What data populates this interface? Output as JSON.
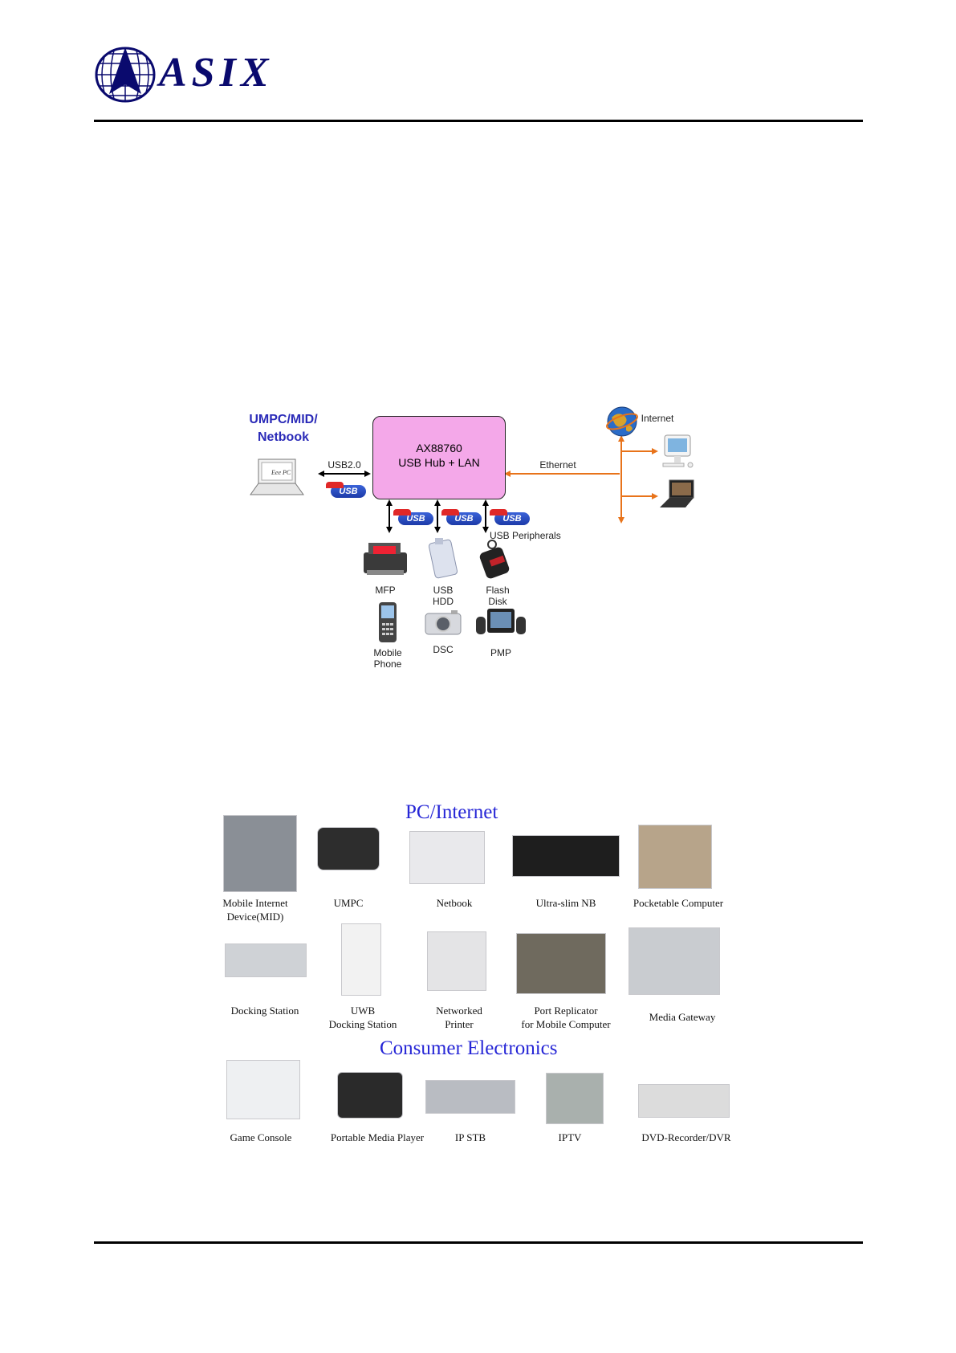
{
  "header": {
    "logo_text": "ASIX"
  },
  "diagram": {
    "host_label": "UMPC/MID/\nNetbook",
    "usb_link_label": "USB2.0",
    "chip_line1": "AX88760",
    "chip_line2": "USB Hub + LAN",
    "ethernet_label": "Ethernet",
    "internet_label": "Internet",
    "usb_badge_text": "USB",
    "peripherals_label": "USB Peripherals",
    "devices": [
      {
        "label": "MFP",
        "icon": "printer-icon"
      },
      {
        "label": "USB\nHDD",
        "icon": "hard-drive-icon"
      },
      {
        "label": "Flash\nDisk",
        "icon": "flash-disk-icon"
      },
      {
        "label": "Mobile\nPhone",
        "icon": "mobile-phone-icon"
      },
      {
        "label": "DSC",
        "icon": "camera-icon"
      },
      {
        "label": "PMP",
        "icon": "media-player-icon"
      }
    ],
    "colors": {
      "chip": "#f4a8e9",
      "ethernet": "#e8731a",
      "heading": "#2b2bb8"
    }
  },
  "applications": {
    "pc_title": "PC/Internet",
    "ce_title": "Consumer Electronics",
    "row1": [
      "Mobile Internet\nDevice(MID)",
      "UMPC",
      "Netbook",
      "Ultra-slim NB",
      "Pocketable Computer"
    ],
    "row2": [
      "Docking Station",
      "UWB\nDocking Station",
      "Networked\nPrinter",
      "Port Replicator\nfor Mobile Computer",
      "Media Gateway"
    ],
    "row3": [
      "Game Console",
      "Portable Media Player",
      "IP STB",
      "IPTV",
      "DVD-Recorder/DVR"
    ],
    "title_color": "#2626d6"
  }
}
